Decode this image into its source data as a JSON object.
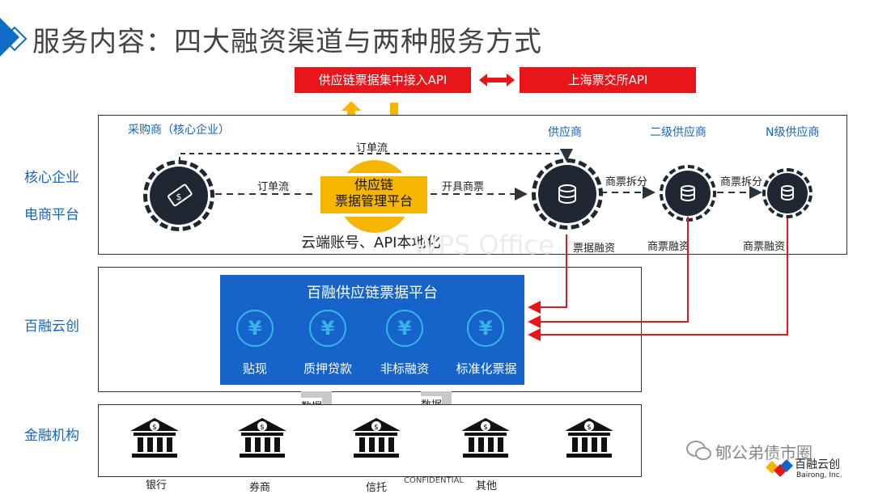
{
  "title": "服务内容：四大融资渠道与两种服务方式",
  "api_left": "供应链票据集中接入API",
  "api_right": "上海票交所API",
  "rows": {
    "core": "核心企业",
    "ecommerce": "电商平台",
    "bairong": "百融云创",
    "finance": "金融机构"
  },
  "parties": {
    "buyer": "采购商（核心企业）",
    "supplier": "供应商",
    "tier2": "二级供应商",
    "tierN": "N级供应商"
  },
  "flows": {
    "order_top": "订单流",
    "order_mid": "订单流",
    "issue": "开具商票",
    "split1": "商票拆分",
    "split2": "商票拆分",
    "bill_fin": "票据融资",
    "com_fin1": "商票融资",
    "com_fin2": "商票融资"
  },
  "hub": {
    "line1": "供应链",
    "line2": "票据管理平台"
  },
  "cloud": "云端账号、API本地化",
  "platform": {
    "title": "百融供应链票据平台",
    "services": [
      "贴现",
      "质押贷款",
      "非标融资",
      "标准化票据"
    ]
  },
  "data_tags": [
    "数据",
    "数据"
  ],
  "institutions": [
    "银行",
    "券商",
    "信托",
    "其他"
  ],
  "watermark": "WPS Office",
  "confidential": "CONFIDENTIAL",
  "wechat": "郇公弟债市圈",
  "logo": {
    "cn": "百融云创",
    "en": "Bairong, Inc."
  },
  "icons": {
    "buyer": "money-bill-icon",
    "supplier": "database-icon",
    "coin": "yen-coin-icon",
    "bank": "bank-icon"
  },
  "colors": {
    "accent_red": "#e8151b",
    "platform_blue": "#1663c9",
    "label_blue": "#1565c0",
    "hub_yellow": "#f6b600"
  }
}
